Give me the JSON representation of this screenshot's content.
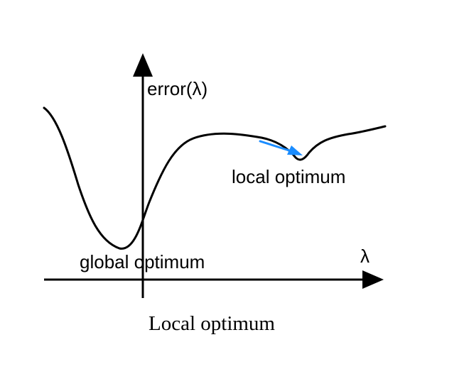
{
  "diagram": {
    "y_axis_label": "error(λ)",
    "x_axis_label": "λ",
    "global_label": "global optimum",
    "local_label": "local optimum",
    "caption": "Local optimum"
  },
  "colors": {
    "curve": "#000000",
    "axes": "#000000",
    "arrow": "#1a8cff"
  }
}
